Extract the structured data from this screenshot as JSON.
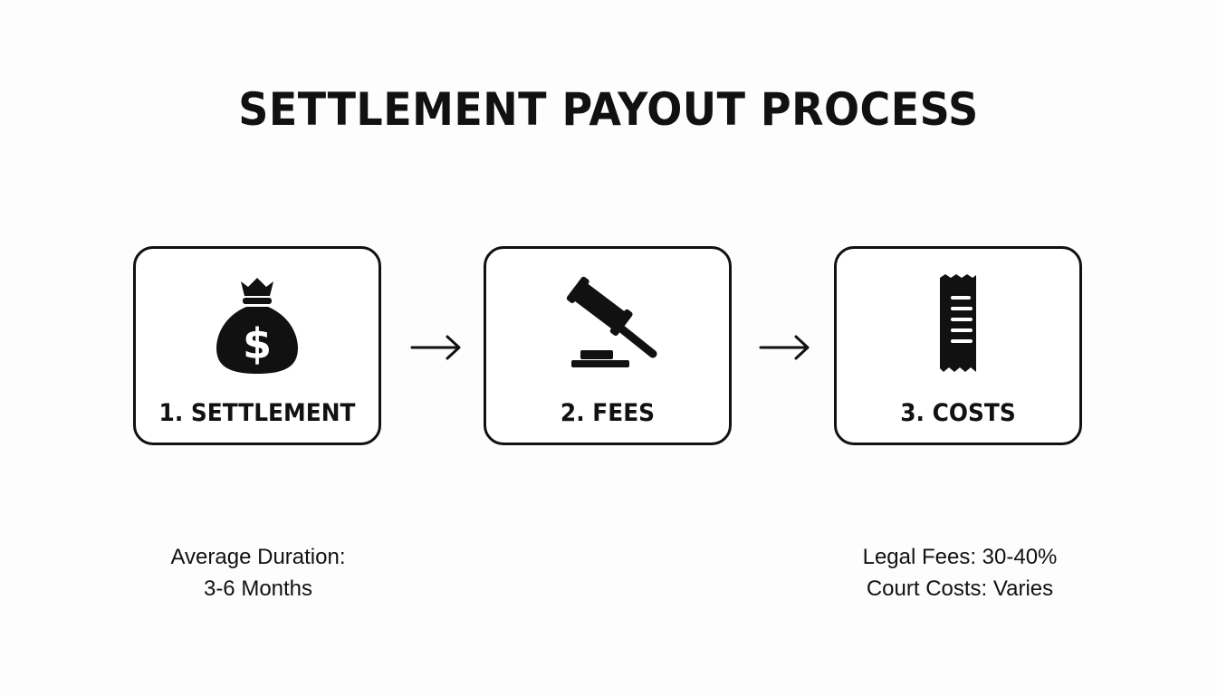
{
  "title": "SETTLEMENT PAYOUT PROCESS",
  "steps": [
    {
      "label": "1. SETTLEMENT",
      "icon": "money-bag-icon"
    },
    {
      "label": "2. FEES",
      "icon": "gavel-icon"
    },
    {
      "label": "3. COSTS",
      "icon": "receipt-icon"
    }
  ],
  "notes": {
    "left": {
      "line1": "Average Duration:",
      "line2": "3-6 Months"
    },
    "right": {
      "line1": "Legal Fees: 30-40%",
      "line2": "Court Costs: Varies"
    }
  },
  "colors": {
    "ink": "#111111",
    "background": "#ffffff"
  }
}
